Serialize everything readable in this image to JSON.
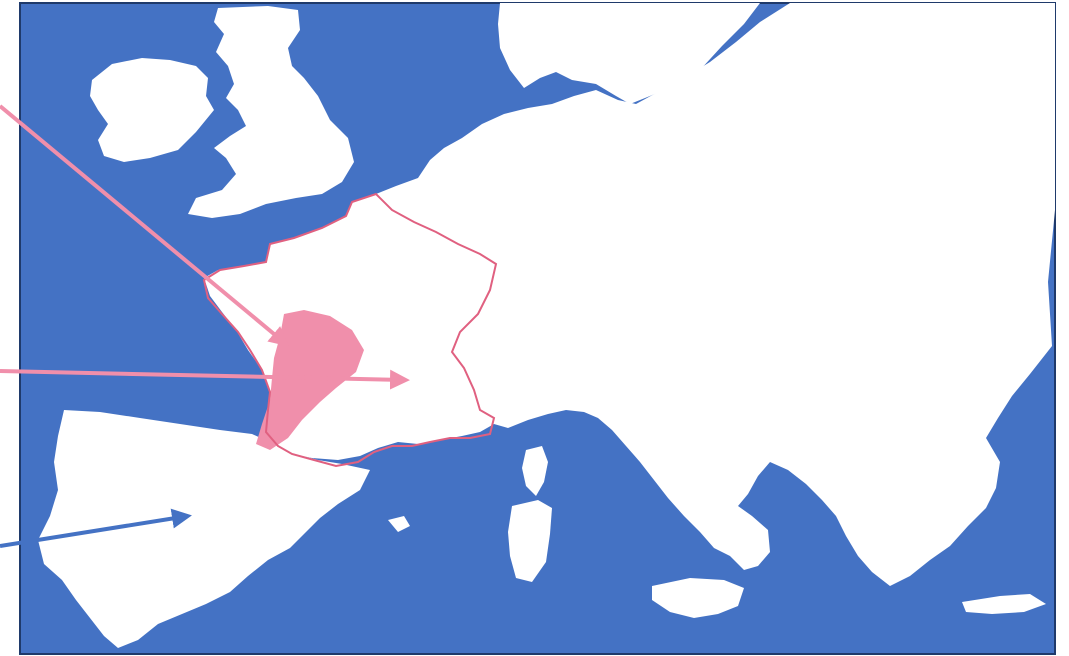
{
  "map": {
    "colors": {
      "sea": "#4472C4",
      "land": "#ffffff",
      "highlight": "#F08FAB",
      "border": "#E06080",
      "arrow_pink": "#F08FAB",
      "arrow_blue": "#4472C4",
      "frame": "#1F3A6B"
    },
    "highlighted_region": "south-west-france",
    "outlined_country": "france",
    "arrows": [
      {
        "name": "arrow-pink-diagonal",
        "color": "pink",
        "points_to": "highlighted-region"
      },
      {
        "name": "arrow-pink-horizontal",
        "color": "pink",
        "points_to": "france-interior"
      },
      {
        "name": "arrow-blue",
        "color": "blue",
        "points_to": "spain"
      }
    ]
  }
}
